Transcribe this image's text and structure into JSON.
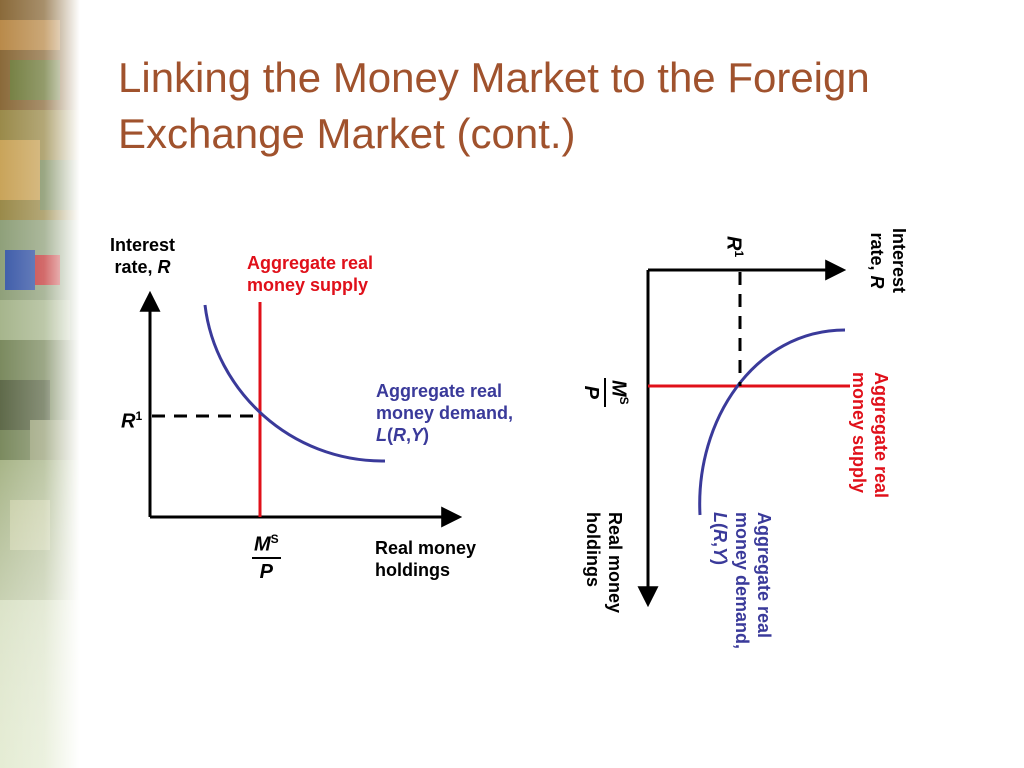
{
  "title": {
    "line1": "Linking the Money Market to the Foreign",
    "line2": "Exchange Market (cont.)"
  },
  "left_panel": {
    "y_axis_label_line1": "Interest",
    "y_axis_label_line2": "rate, ",
    "y_axis_var": "R",
    "x_axis_label_line1": "Real money",
    "x_axis_label_line2": "holdings",
    "supply_label_line1": "Aggregate real",
    "supply_label_line2": "money supply",
    "demand_label_line1": "Aggregate real",
    "demand_label_line2": "money demand,",
    "demand_func_L": "L",
    "demand_func_open": "(",
    "demand_func_R": "R",
    "demand_func_comma": ",",
    "demand_func_Y": "Y",
    "demand_func_close": ")",
    "r1_var": "R",
    "r1_sup": "1",
    "ms_num_var": "M",
    "ms_num_sup": "S",
    "ms_den": "P"
  },
  "right_panel": {
    "y_axis_label_line1": "Interest",
    "y_axis_label_line2": "rate, ",
    "y_axis_var": "R",
    "x_axis_label_line1": "Real money",
    "x_axis_label_line2": "holdings",
    "supply_label_line1": "Aggregate real",
    "supply_label_line2": "money supply",
    "demand_label_line1": "Aggregate real",
    "demand_label_line2": "money demand,",
    "demand_func_L": "L",
    "demand_func_open": "(",
    "demand_func_R": "R",
    "demand_func_comma": ",",
    "demand_func_Y": "Y",
    "demand_func_close": ")",
    "r1_var": "R",
    "r1_sup": "1",
    "ms_num_var": "M",
    "ms_num_sup": "S",
    "ms_den": "P"
  },
  "colors": {
    "title": "#a0522d",
    "supply": "#e0101a",
    "demand": "#3a3a9a",
    "axis": "#000000"
  }
}
